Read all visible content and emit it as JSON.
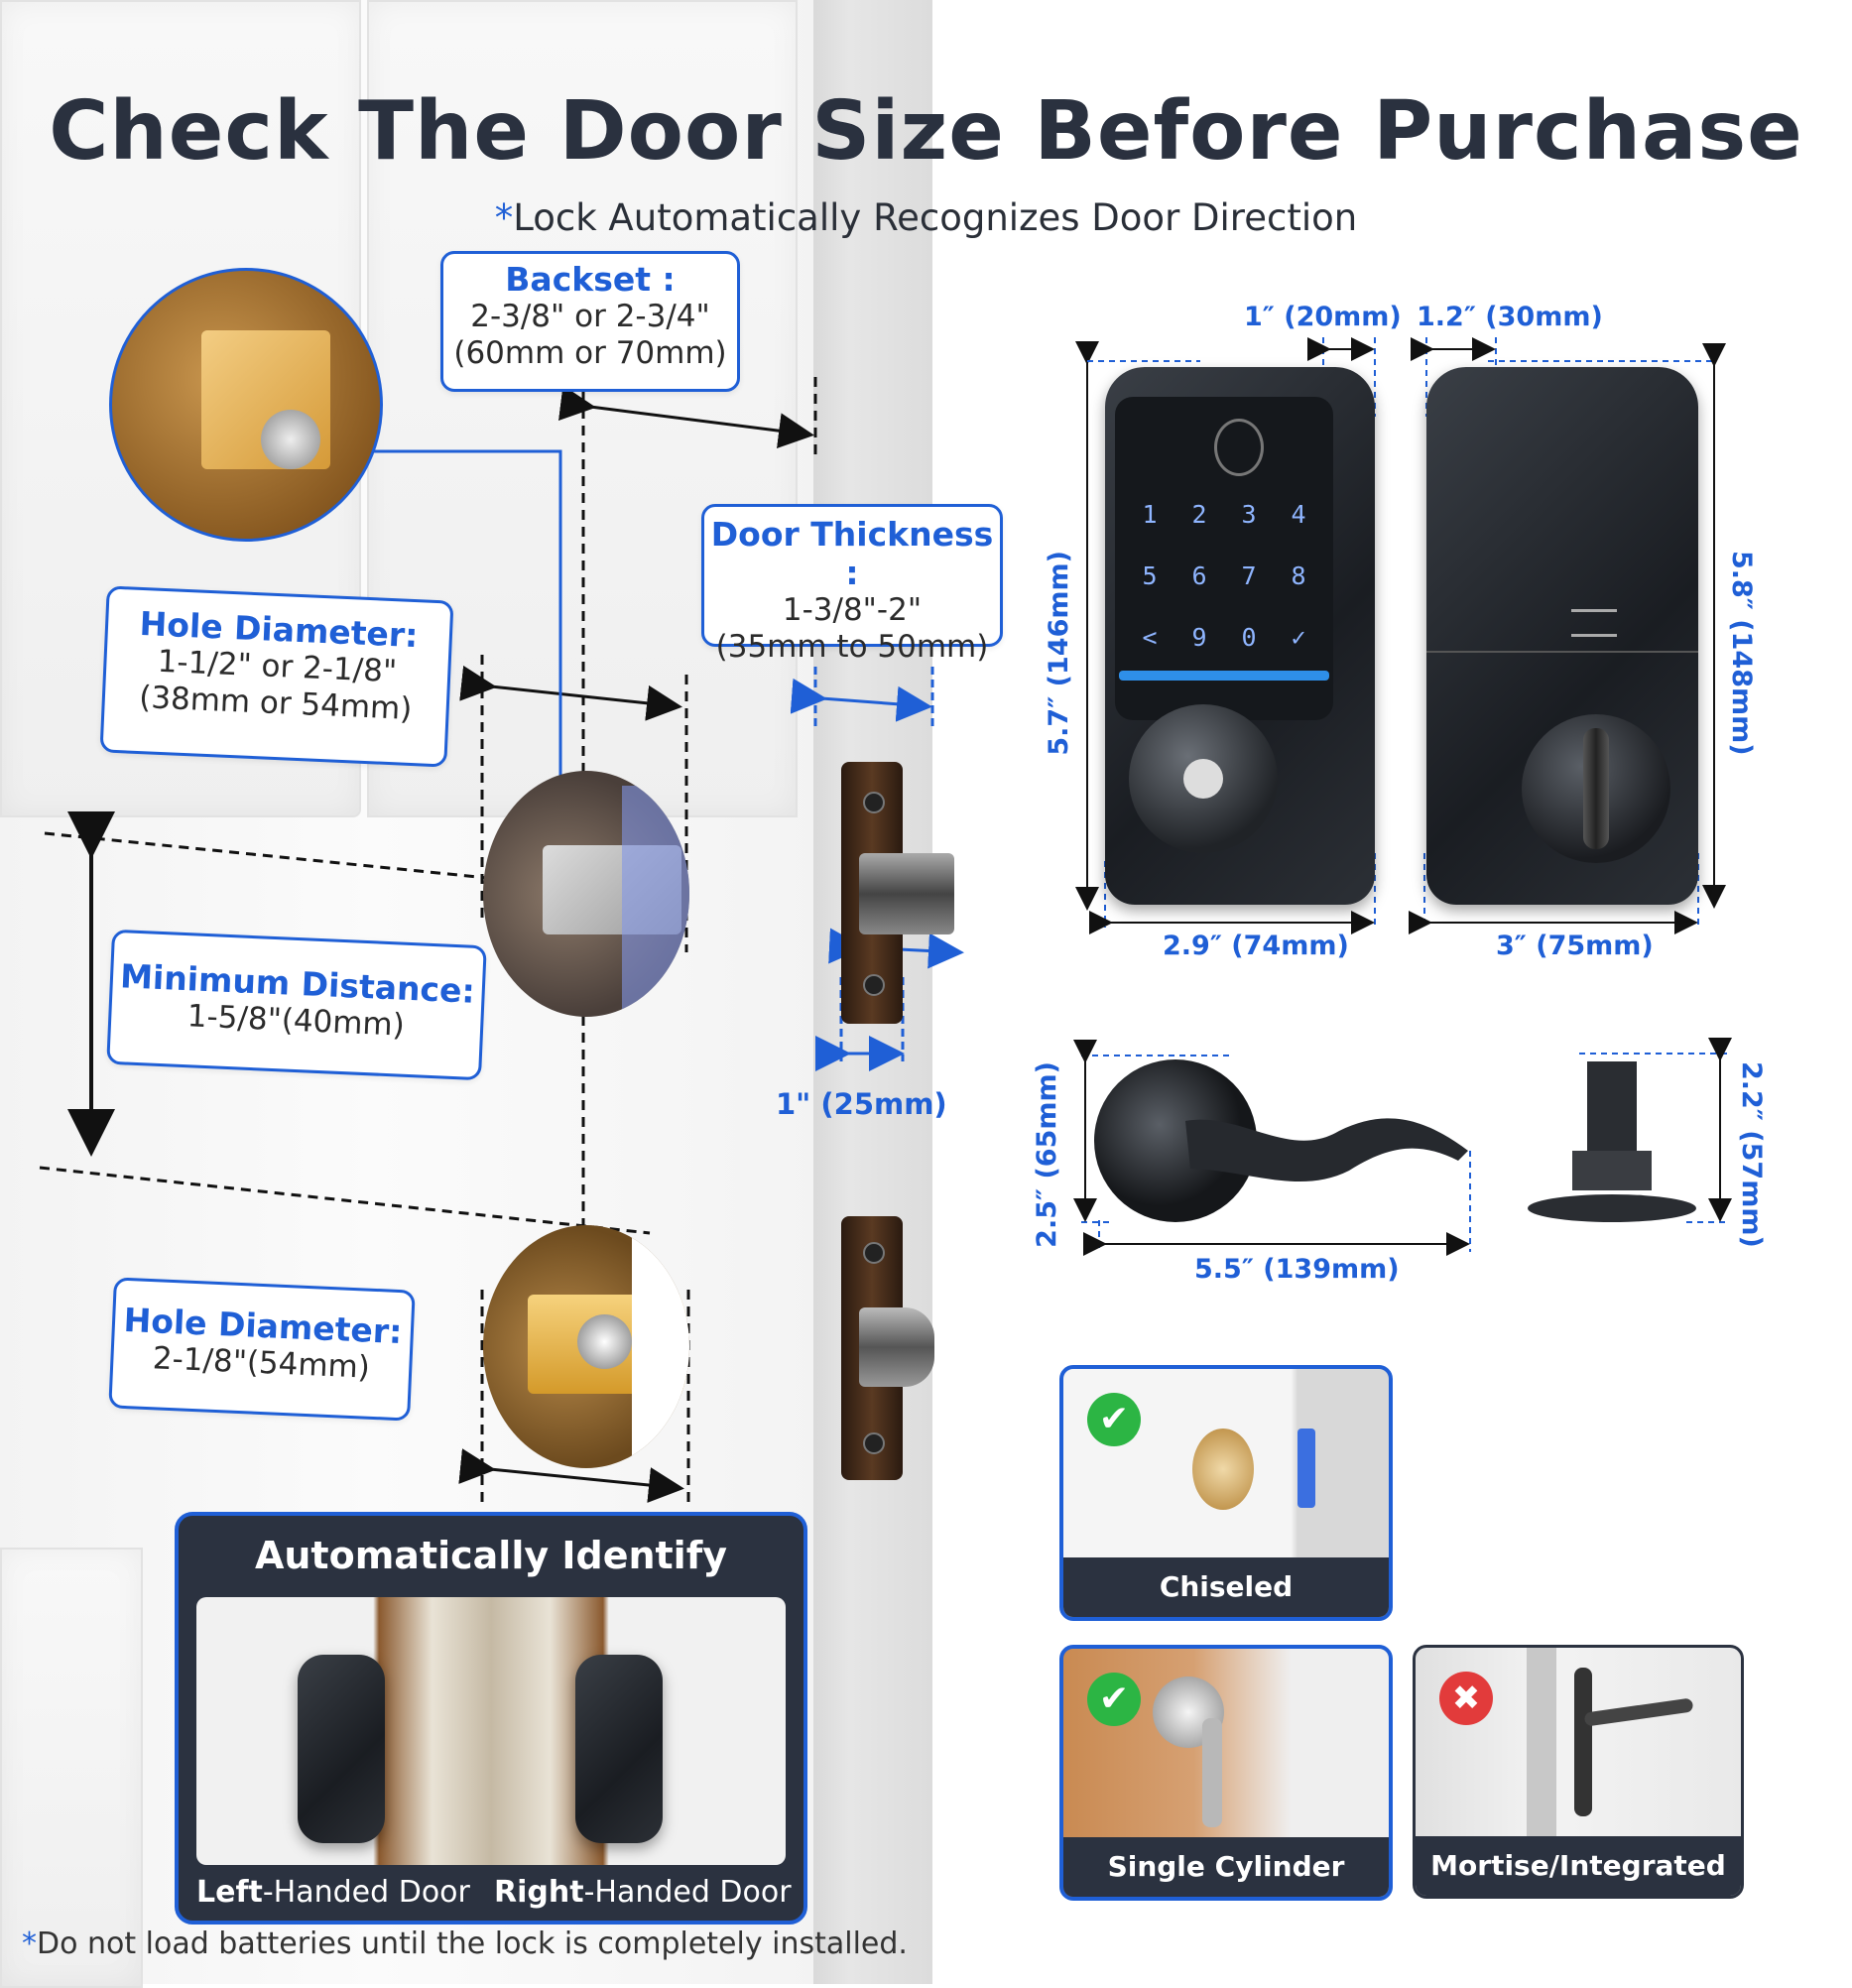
{
  "header": {
    "title": "Check The Door Size Before Purchase",
    "subtitle_star": "*",
    "subtitle": "Lock Automatically Recognizes Door Direction"
  },
  "backset": {
    "heading": "Backset :",
    "line1": "2-3/8\" or 2-3/4\"",
    "line2": "(60mm or 70mm)"
  },
  "door_thickness": {
    "heading": "Door Thickness :",
    "line1": "1-3/8\"-2\"",
    "line2": "(35mm to 50mm)"
  },
  "hole_diameter_top": {
    "heading": "Hole Diameter:",
    "line1": "1-1/2\" or 2-1/8\"",
    "line2": "(38mm or 54mm)"
  },
  "minimum_distance": {
    "heading": "Minimum Distance:",
    "line1": "1-5/8\"(40mm)"
  },
  "hole_diameter_bottom": {
    "heading": "Hole Diameter:",
    "line1": "2-1/8\"(54mm)"
  },
  "latch_width": "1\" (25mm)",
  "deadbolt_dims": {
    "front_depth": "1″ (20mm)",
    "back_depth": "1.2″ (30mm)",
    "front_height": "5.7″ (146mm)",
    "back_height": "5.8″ (148mm)",
    "front_width": "2.9″ (74mm)",
    "back_width": "3″ (75mm)"
  },
  "keypad": {
    "row1": [
      "1",
      "2",
      "3",
      "4"
    ],
    "row2": [
      "5",
      "6",
      "7",
      "8"
    ],
    "row3": [
      "<",
      "9",
      "0",
      "✓"
    ]
  },
  "lever_dims": {
    "height": "2.5″ (65mm)",
    "length": "5.5″ (139mm)",
    "back_height": "2.2″ (57mm)"
  },
  "auto_identify": {
    "title": "Automatically Identify",
    "left_bold": "Left",
    "left_rest": "-Handed Door",
    "right_bold": "Right",
    "right_rest": "-Handed Door"
  },
  "compat": {
    "chiseled": "Chiseled",
    "single_cylinder": "Single Cylinder",
    "mortise": "Mortise/Integrated",
    "check_symbol": "✔",
    "cross_symbol": "✖"
  },
  "footnote": {
    "star": "*",
    "text": "Do not load batteries until the lock is completely installed."
  },
  "colors": {
    "accent": "#1f5fd6",
    "dark": "#2b3240",
    "ok": "#2cb544",
    "no": "#e23b3b"
  }
}
